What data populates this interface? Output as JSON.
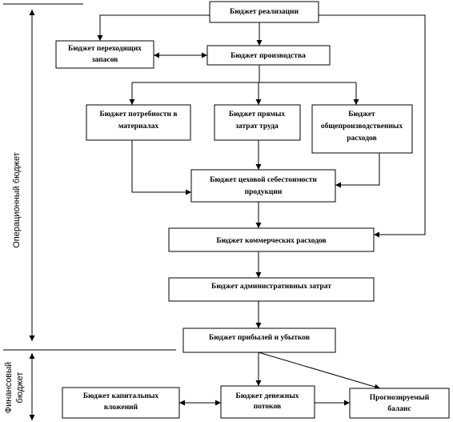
{
  "side_labels": {
    "operational": "Операционный бюджет",
    "financial_1": "Финансовый",
    "financial_2": "бюджет"
  },
  "boxes": {
    "sales": "Бюджет реализации",
    "inventory_1": "Бюджет переходящих",
    "inventory_2": "запасов",
    "production": "Бюджет производства",
    "materials_1": "Бюджет потребности в",
    "materials_2": "материалах",
    "labor_1": "Бюджет прямых",
    "labor_2": "затрат труда",
    "overhead_1": "Бюджет",
    "overhead_2": "общепроизводственных",
    "overhead_3": "расходов",
    "cost_1": "Бюджет цеховой себестоимости",
    "cost_2": "продукции",
    "commercial": "Бюджет коммерческих расходов",
    "admin": "Бюджет административных затрат",
    "profit": "Бюджет прибылей и убытков",
    "capital_1": "Бюджет капитальных",
    "capital_2": "вложений",
    "cash_1": "Бюджет денежных",
    "cash_2": "потоков",
    "balance_1": "Прогнозируемый",
    "balance_2": "баланс"
  }
}
